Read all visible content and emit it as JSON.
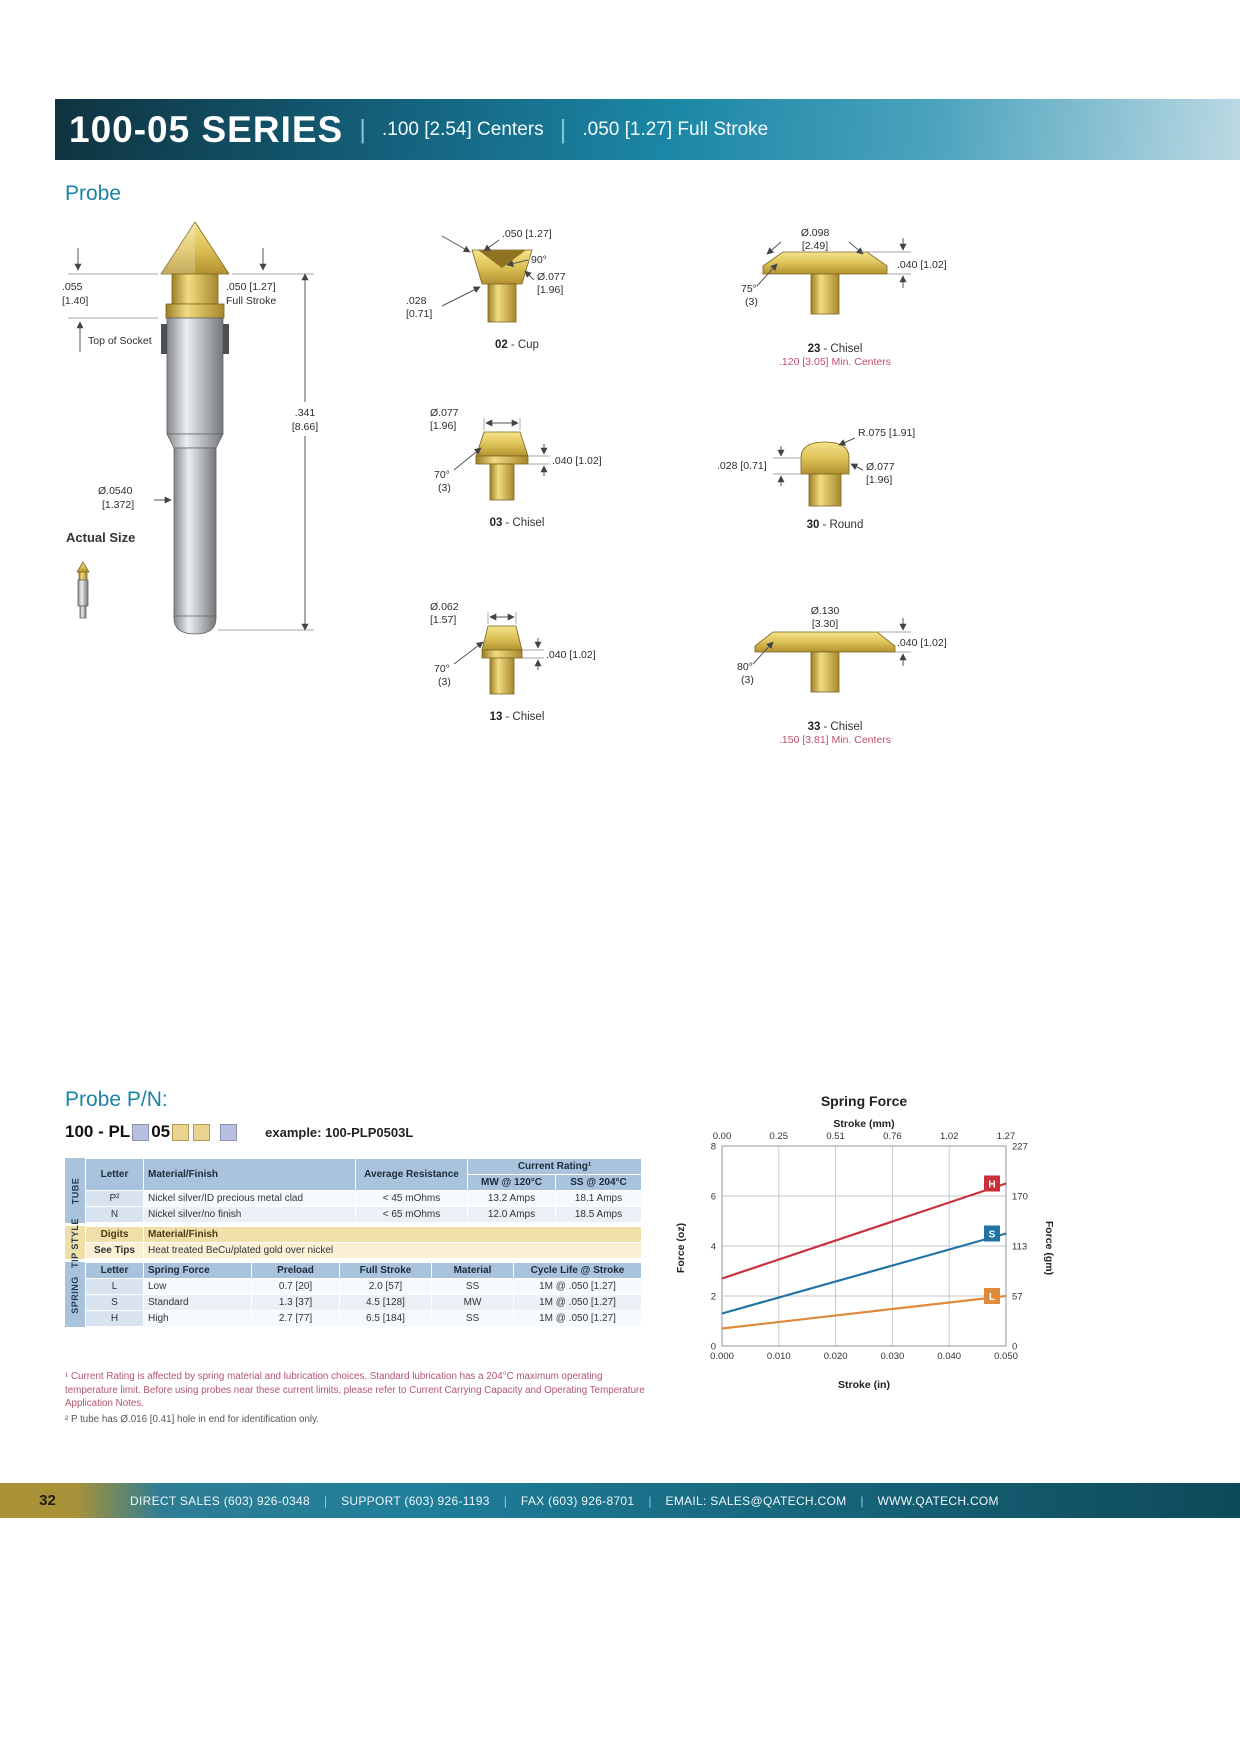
{
  "header": {
    "series": "100-05 SERIES",
    "sep": "|",
    "centers": ".100 [2.54] Centers",
    "full_stroke": ".050 [1.27] Full Stroke"
  },
  "probe": {
    "title": "Probe",
    "main": {
      "tip_height": ".055",
      "tip_height_mm": "[1.40]",
      "full_stroke": ".050 [1.27]",
      "full_stroke2": "Full Stroke",
      "top_of_socket": "Top of Socket",
      "length": ".341",
      "length_mm": "[8.66]",
      "diameter": "Ø.0540",
      "diameter_mm": "[1.372]",
      "actual_size": "Actual Size"
    },
    "tips": [
      {
        "code": "02",
        "name": "- Cup",
        "l1": ".050 [1.27]",
        "l2": "90°",
        "l3": "Ø.077",
        "l3b": "[1.96]",
        "l4": ".028",
        "l4b": "[0.71]"
      },
      {
        "code": "03",
        "name": "- Chisel",
        "l1": "Ø.077",
        "l1b": "[1.96]",
        "l2": ".040 [1.02]",
        "l3": "70°",
        "l3b": "(3)"
      },
      {
        "code": "13",
        "name": "- Chisel",
        "l1": "Ø.062",
        "l1b": "[1.57]",
        "l2": ".040 [1.02]",
        "l3": "70°",
        "l3b": "(3)"
      },
      {
        "code": "23",
        "name": "- Chisel",
        "l1": "Ø.098",
        "l1b": "[2.49]",
        "l2": ".040 [1.02]",
        "l3": "75°",
        "l3b": "(3)",
        "note": ".120 [3.05] Min. Centers"
      },
      {
        "code": "30",
        "name": "- Round",
        "l1": "R.075 [1.91]",
        "l2": ".028 [0.71]",
        "l3": "Ø.077",
        "l3b": "[1.96]"
      },
      {
        "code": "33",
        "name": "- Chisel",
        "l1": "Ø.130",
        "l1b": "[3.30]",
        "l2": ".040 [1.02]",
        "l3": "80°",
        "l3b": "(3)",
        "note": ".150 [3.81] Min. Centers"
      }
    ]
  },
  "pn": {
    "title": "Probe P/N:",
    "prefix": "100 - PL",
    "mid": "05",
    "example": "example: 100-PLP0503L"
  },
  "tables": {
    "tube": {
      "side_label": "TUBE",
      "headers": [
        "Letter",
        "Material/Finish",
        "Average Resistance",
        "Current Rating¹",
        "MW @ 120°C",
        "SS @ 204°C"
      ],
      "rows": [
        [
          "P²",
          "Nickel silver/ID precious metal clad",
          "< 45 mOhms",
          "13.2 Amps",
          "18.1 Amps"
        ],
        [
          "N",
          "Nickel silver/no finish",
          "< 65 mOhms",
          "12.0 Amps",
          "18.5 Amps"
        ]
      ]
    },
    "tip_style": {
      "side_label": "TIP STYLE",
      "headers": [
        "Digits",
        "Material/Finish"
      ],
      "rows": [
        [
          "See Tips",
          "Heat treated BeCu/plated gold over nickel"
        ]
      ]
    },
    "spring": {
      "side_label": "SPRING",
      "headers": [
        "Letter",
        "Spring Force",
        "Preload",
        "Full Stroke",
        "Material",
        "Cycle Life @ Stroke"
      ],
      "rows": [
        [
          "L",
          "Low",
          "0.7 [20]",
          "2.0 [57]",
          "SS",
          "1M @ .050 [1.27]"
        ],
        [
          "S",
          "Standard",
          "1.3 [37]",
          "4.5 [128]",
          "MW",
          "1M @ .050 [1.27]"
        ],
        [
          "H",
          "High",
          "2.7 [77]",
          "6.5 [184]",
          "SS",
          "1M @ .050 [1.27]"
        ]
      ]
    }
  },
  "footnotes": {
    "f1": "¹ Current Rating is affected by spring material and lubrication choices. Standard lubrication has a 204°C maximum operating temperature limit. Before using probes near these current limits, please refer to Current Carrying Capacity and Operating Temperature Application Notes.",
    "f2": "² P tube has Ø.016 [0.41] hole in end for identification only."
  },
  "chart_data": {
    "type": "line",
    "title": "Spring Force",
    "x_top": {
      "label": "Stroke (mm)",
      "ticks": [
        "0.00",
        "0.25",
        "0.51",
        "0.76",
        "1.02",
        "1.27"
      ]
    },
    "x_bottom": {
      "label": "Stroke (in)",
      "ticks": [
        "0.000",
        "0.010",
        "0.020",
        "0.030",
        "0.040",
        "0.050"
      ]
    },
    "y_left": {
      "label": "Force (oz)",
      "ticks": [
        "0",
        "2",
        "4",
        "6",
        "8"
      ],
      "range": [
        0,
        8
      ]
    },
    "y_right": {
      "label": "Force (gm)",
      "ticks_top_to_bottom": [
        "227",
        "170",
        "113",
        "57",
        "0"
      ]
    },
    "x_range": [
      0,
      0.05
    ],
    "grid": true,
    "legend_position": "line-end-boxes",
    "series": [
      {
        "name": "H",
        "color": "#c8303a",
        "x": [
          0,
          0.05
        ],
        "y": [
          2.7,
          6.5
        ]
      },
      {
        "name": "S",
        "color": "#2274a5",
        "x": [
          0,
          0.05
        ],
        "y": [
          1.3,
          4.5
        ]
      },
      {
        "name": "L",
        "color": "#e08a3c",
        "x": [
          0,
          0.05
        ],
        "y": [
          0.7,
          2.0
        ]
      }
    ]
  },
  "footer": {
    "page": "32",
    "sep": "|",
    "items": [
      "DIRECT SALES (603) 926-0348",
      "SUPPORT (603) 926-1193",
      "FAX (603) 926-8701",
      "EMAIL: SALES@QATECH.COM",
      "WWW.QATECH.COM"
    ]
  }
}
